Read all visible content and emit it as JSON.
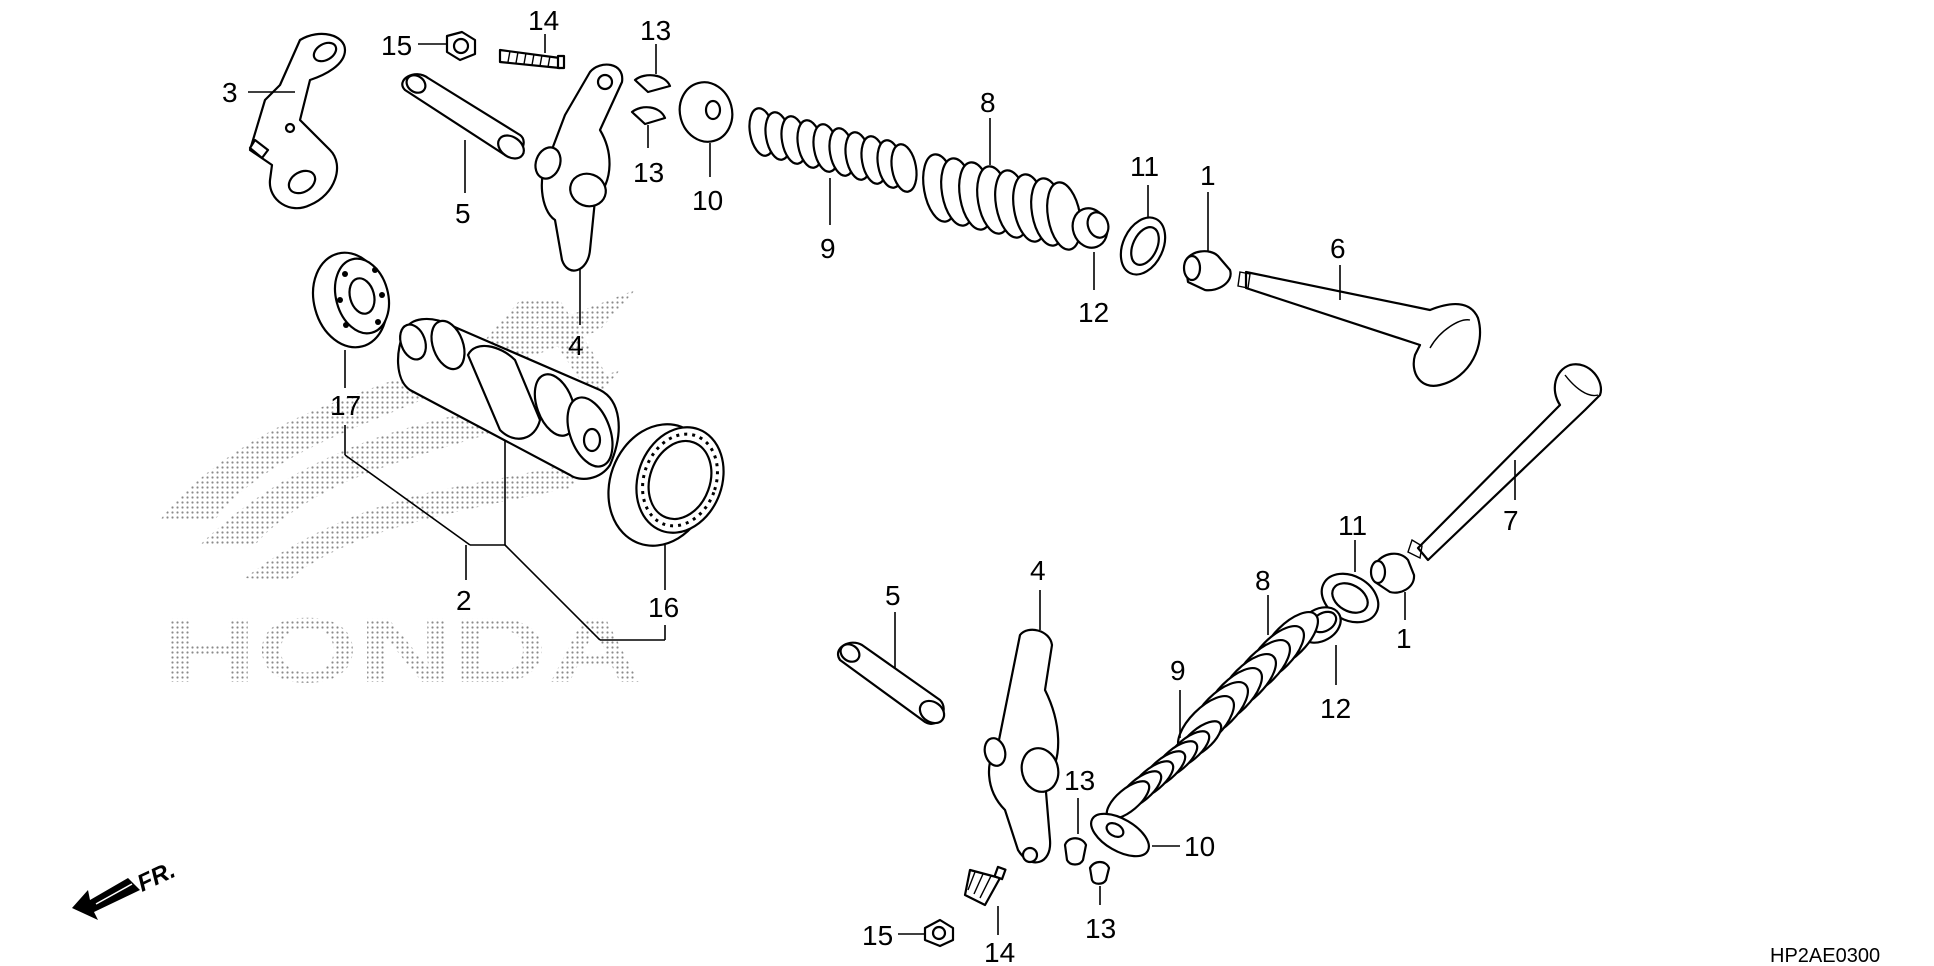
{
  "diagram": {
    "callouts": {
      "c1a": "1",
      "c1b": "1",
      "c2": "2",
      "c3": "3",
      "c4a": "4",
      "c4b": "4",
      "c5a": "5",
      "c5b": "5",
      "c6": "6",
      "c7": "7",
      "c8a": "8",
      "c8b": "8",
      "c9a": "9",
      "c9b": "9",
      "c10a": "10",
      "c10b": "10",
      "c11a": "11",
      "c11b": "11",
      "c12a": "12",
      "c12b": "12",
      "c13a": "13",
      "c13b": "13",
      "c13c": "13",
      "c13d": "13",
      "c14a": "14",
      "c14b": "14",
      "c15a": "15",
      "c15b": "15",
      "c16": "16",
      "c17": "17"
    },
    "watermark": "HONDA",
    "direction_label": "FR.",
    "diagram_code": "HP2AE0300"
  }
}
